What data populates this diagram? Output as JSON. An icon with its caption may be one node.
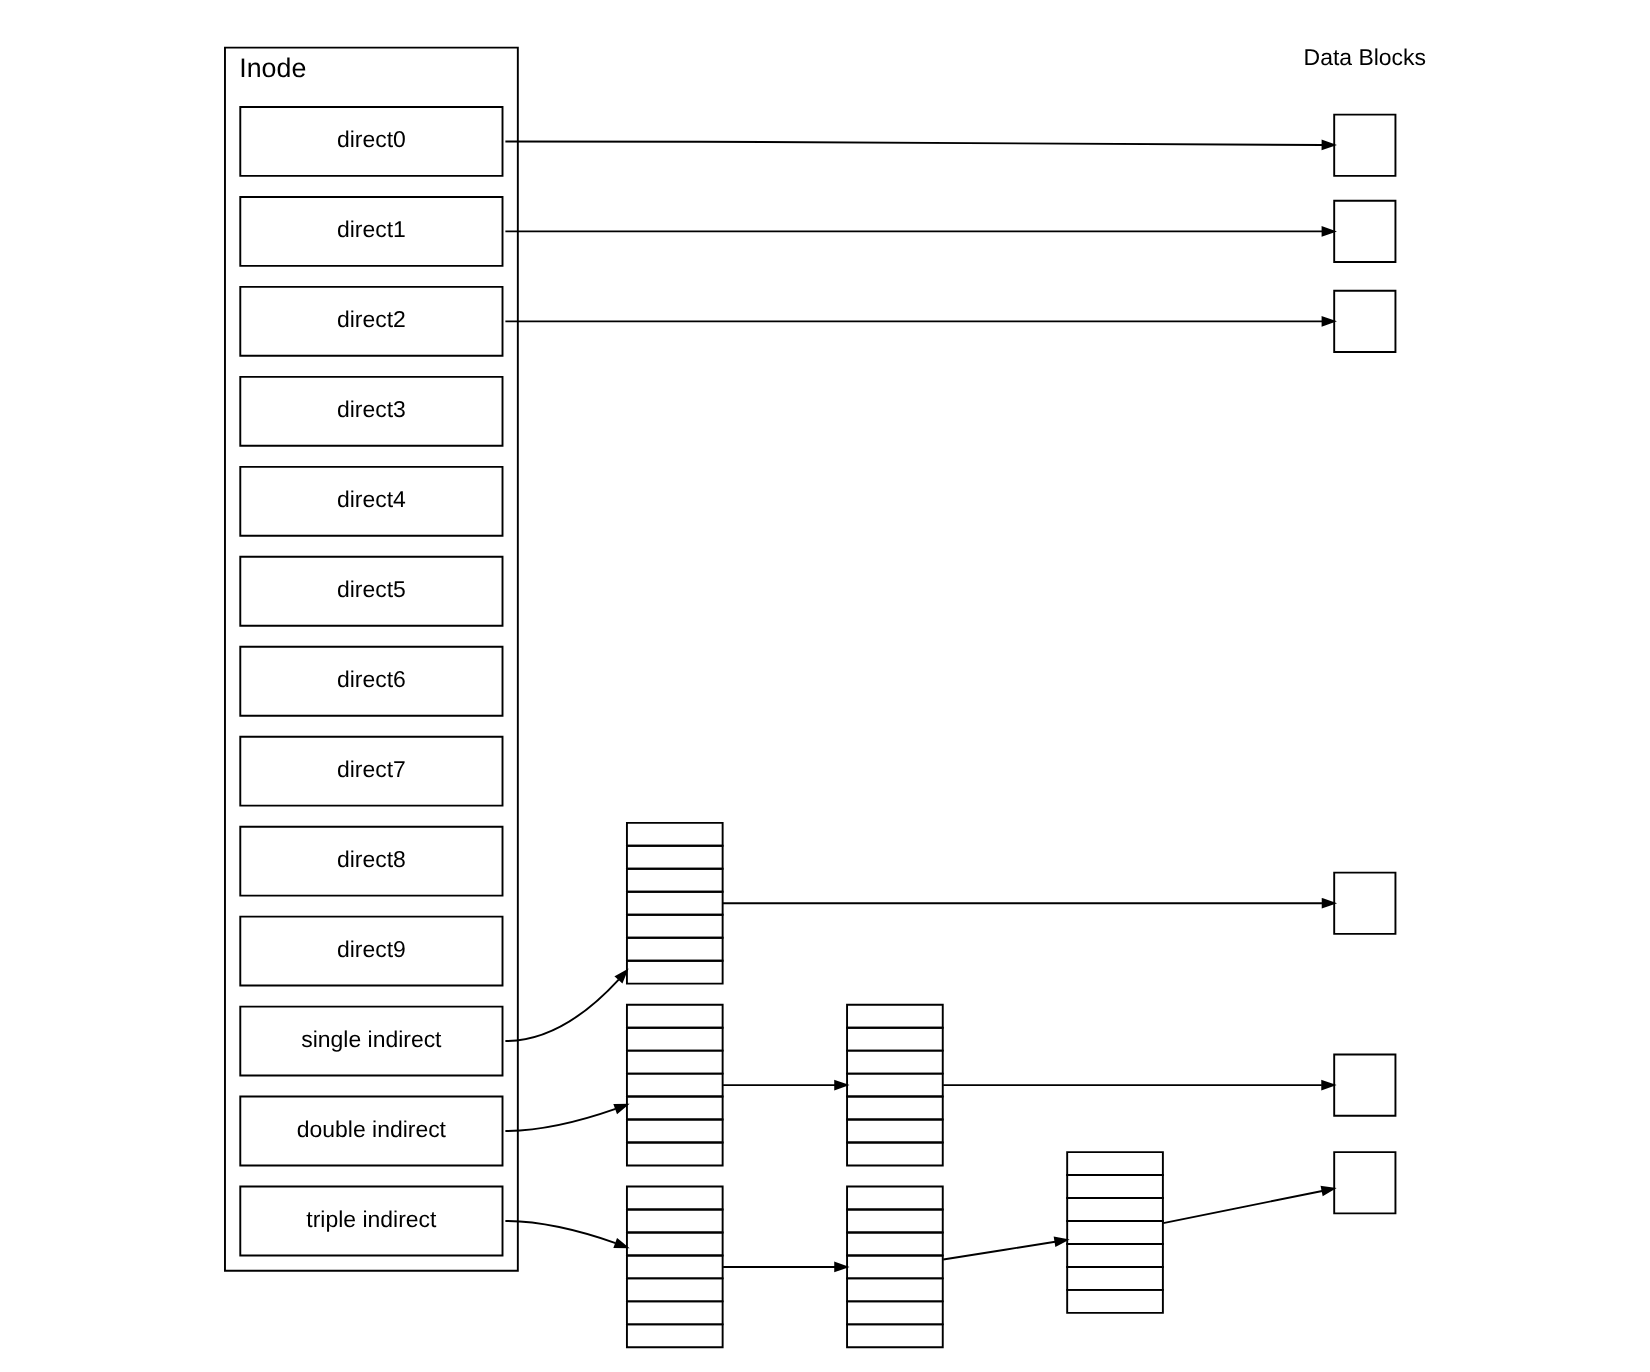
{
  "diagram": {
    "nodes": [
      {
        "text": [
          "Inode"
        ]
      },
      {
        "text": [
          "direct0"
        ],
        "in": 0
      },
      {
        "text": [
          "direct1"
        ],
        "in": 0
      },
      {
        "text": [
          "direct2"
        ],
        "in": 0
      },
      {
        "text": [
          "direct3"
        ],
        "in": 0
      },
      {
        "text": [
          "direct4"
        ],
        "in": 0
      },
      {
        "text": [
          "direct5"
        ],
        "in": 0
      },
      {
        "text": [
          "direct6"
        ],
        "in": 0
      },
      {
        "text": [
          "direct7"
        ],
        "in": 0
      },
      {
        "text": [
          "direct8"
        ],
        "in": 0
      },
      {
        "text": [
          "direct9"
        ],
        "in": 0
      },
      {
        "text": [
          "single indirect"
        ],
        "in": 0
      },
      {
        "text": [
          "double indirect"
        ],
        "in": 0
      },
      {
        "text": [
          "triple indirect"
        ],
        "in": 0
      },
      {
        "text": [],
        "shape": "table"
      },
      {
        "text": [],
        "shape": "table"
      },
      {
        "text": [],
        "shape": "table"
      },
      {
        "text": [],
        "shape": "table"
      },
      {
        "text": [],
        "shape": "table"
      },
      {
        "text": [],
        "shape": "table"
      },
      {
        "text": [],
        "shape": "box"
      },
      {
        "text": [],
        "shape": "box"
      },
      {
        "text": [],
        "shape": "box"
      },
      {
        "text": [],
        "shape": "box"
      },
      {
        "text": [],
        "shape": "box"
      },
      {
        "text": [],
        "shape": "box"
      }
    ],
    "edges": [
      {
        "from": 1,
        "to": 20,
        "arrow": "to"
      },
      {
        "from": 2,
        "to": 21,
        "arrow": "to"
      },
      {
        "from": 3,
        "to": 22,
        "arrow": "to"
      },
      {
        "from": 11,
        "to": 14,
        "arrow": "to"
      },
      {
        "from": 14,
        "to": 23,
        "arrow": "to"
      },
      {
        "from": 12,
        "to": 15,
        "arrow": "to"
      },
      {
        "from": 15,
        "to": 16,
        "arrow": "to"
      },
      {
        "from": 16,
        "to": 24,
        "arrow": "to"
      },
      {
        "from": 13,
        "to": 17,
        "arrow": "to"
      },
      {
        "from": 17,
        "to": 18,
        "arrow": "to"
      },
      {
        "from": 18,
        "to": 19,
        "arrow": "to"
      },
      {
        "from": 19,
        "to": 25,
        "arrow": "to"
      }
    ],
    "labels": [
      "Data Blocks"
    ]
  }
}
